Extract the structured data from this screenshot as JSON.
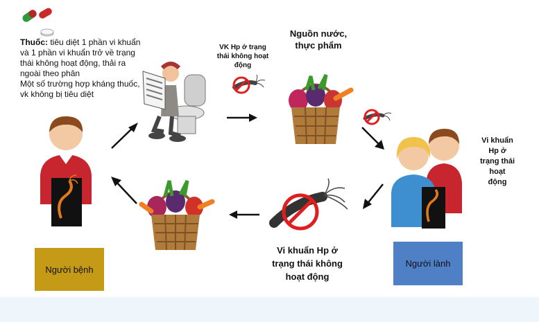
{
  "notes": {
    "drug_label": "Thuốc:",
    "drug_text_1": " tiêu diệt 1 phần vi khuẩn",
    "drug_text_2": "và 1 phần vi khuẩn trở về trạng",
    "drug_text_3": "thái không hoạt động, thải ra",
    "drug_text_4": "ngoài theo phân",
    "drug_text_5": "Một số trường hợp kháng thuốc,",
    "drug_text_6": "vk không bị tiêu diệt"
  },
  "labels": {
    "inactive_small_1": "VK Hp ở trạng",
    "inactive_small_2": "thái không hoạt",
    "inactive_small_3": "động",
    "water_food_1": "Nguồn nước,",
    "water_food_2": "thực phẩm",
    "active_1": "Vi khuẩn",
    "active_2": "Hp ở",
    "active_3": "trạng thái",
    "active_4": "hoạt",
    "active_5": "động",
    "inactive_big_1": "Vi khuẩn Hp ở",
    "inactive_big_2": "trạng thái không",
    "inactive_big_3": "hoạt động"
  },
  "boxes": {
    "sick": "Người bệnh",
    "healthy": "Người lành"
  },
  "colors": {
    "sick_box": "#c49a17",
    "healthy_box": "#4f80c5",
    "shirt_red": "#c8262f",
    "shirt_blue": "#3e8fcf",
    "forbid_red": "#e01e1e"
  },
  "icons": [
    "pill-icon",
    "sick-person-icon",
    "toilet-newspaper-icon",
    "bacteria-forbidden-icon",
    "vegetable-basket-icon",
    "healthy-couple-icon",
    "arrow-icon"
  ]
}
